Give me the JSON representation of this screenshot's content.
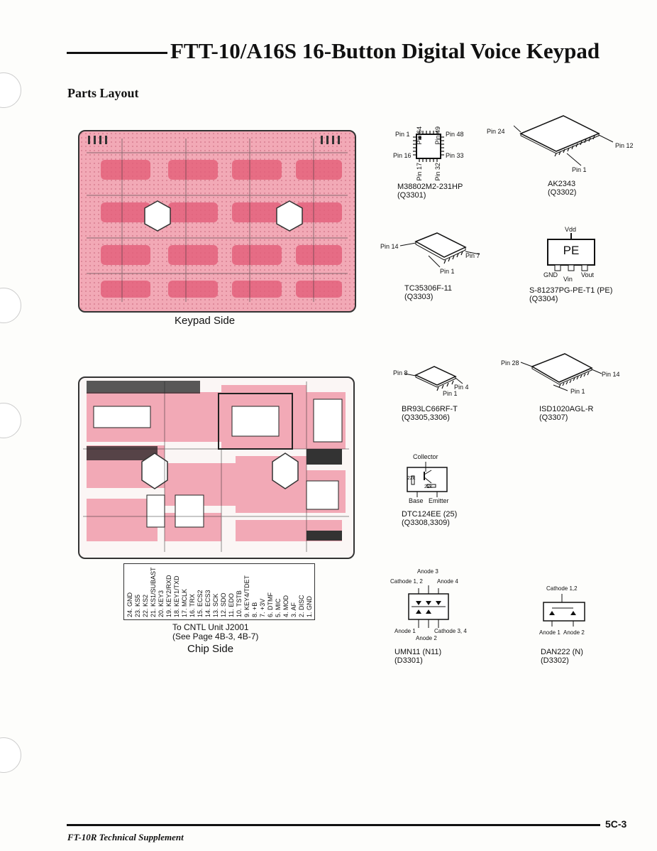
{
  "header": {
    "title": "FTT-10/A16S 16-Button Digital Voice Keypad"
  },
  "section_title": "Parts Layout",
  "figures": {
    "keypad_side": {
      "caption": "Keypad Side"
    },
    "chip_side": {
      "caption": "Chip Side",
      "connector_note_line1": "To CNTL Unit J2001",
      "connector_note_line2": "(See Page 4B-3, 4B-7)",
      "connector_pins": [
        "24. GND",
        "23. KS5",
        "22. KS2",
        "21. KS1/SUBAST",
        "20. KEY3",
        "19. KEY2/RXD",
        "18. KEY1/TXD",
        "17. MCLK",
        "16. TRX",
        "15. ECS2",
        "14. ECS3",
        "13. SCK",
        "12. SDO",
        "11. EDO",
        "10. TSTB",
        "9. KEY4/TDET",
        "8. +B",
        "7. +3V",
        "6. DTMF",
        "5. MIC",
        "4. MOD",
        "3. AF",
        "2. DISC",
        "1. GND"
      ]
    }
  },
  "components": {
    "m38802": {
      "name": "M38802M2-231HP",
      "ref": "(Q3301)",
      "pins": {
        "p1": "Pin 1",
        "p16": "Pin 16",
        "p48": "Pin 48",
        "p33": "Pin 33",
        "p64": "Pin 64",
        "p49": "Pin 49",
        "p17": "Pin 17",
        "p32": "Pin 32"
      }
    },
    "ak2343": {
      "name": "AK2343",
      "ref": "(Q3302)",
      "pins": {
        "p24": "Pin 24",
        "p12": "Pin 12",
        "p1": "Pin 1"
      }
    },
    "tc35306": {
      "name": "TC35306F-11",
      "ref": "(Q3303)",
      "pins": {
        "p14": "Pin 14",
        "p7": "Pin 7",
        "p1": "Pin 1"
      }
    },
    "s81237": {
      "name": "S-81237PG-PE-T1 (PE)",
      "ref": "(Q3304)",
      "marking": "PE",
      "pins": {
        "vdd": "Vdd",
        "gnd": "GND",
        "vin": "Vin",
        "vout": "Vout"
      }
    },
    "br93": {
      "name": "BR93LC66RF-T",
      "ref": "(Q3305,3306)",
      "pins": {
        "p8": "Pin 8",
        "p4": "Pin 4",
        "p1": "Pin 1"
      }
    },
    "isd1020": {
      "name": "ISD1020AGL-R",
      "ref": "(Q3307)",
      "pins": {
        "p28": "Pin 28",
        "p14": "Pin 14",
        "p1": "Pin 1"
      }
    },
    "dtc124": {
      "name": "DTC124EE (25)",
      "ref": "(Q3308,3309)",
      "pins": {
        "collector": "Collector",
        "base": "Base",
        "emitter": "Emitter",
        "r1": "22k",
        "r2": "22k"
      }
    },
    "umn11": {
      "name": "UMN11 (N11)",
      "ref": "(D3301)",
      "pins": {
        "a3": "Anode 3",
        "c12": "Cathode 1, 2",
        "a4": "Anode 4",
        "a1": "Anode 1",
        "c34": "Cathode 3, 4",
        "a2": "Anode 2"
      }
    },
    "dan222": {
      "name": "DAN222 (N)",
      "ref": "(D3302)",
      "pins": {
        "c12": "Cathode 1,2",
        "a1": "Anode 1",
        "a2": "Anode 2"
      }
    }
  },
  "footer": {
    "left": "FT-10R Technical Supplement",
    "page": "5C-3"
  },
  "colors": {
    "pcb_pink": "#f2a9b6",
    "pcb_copper": "#e45e79",
    "ink": "#111111"
  }
}
